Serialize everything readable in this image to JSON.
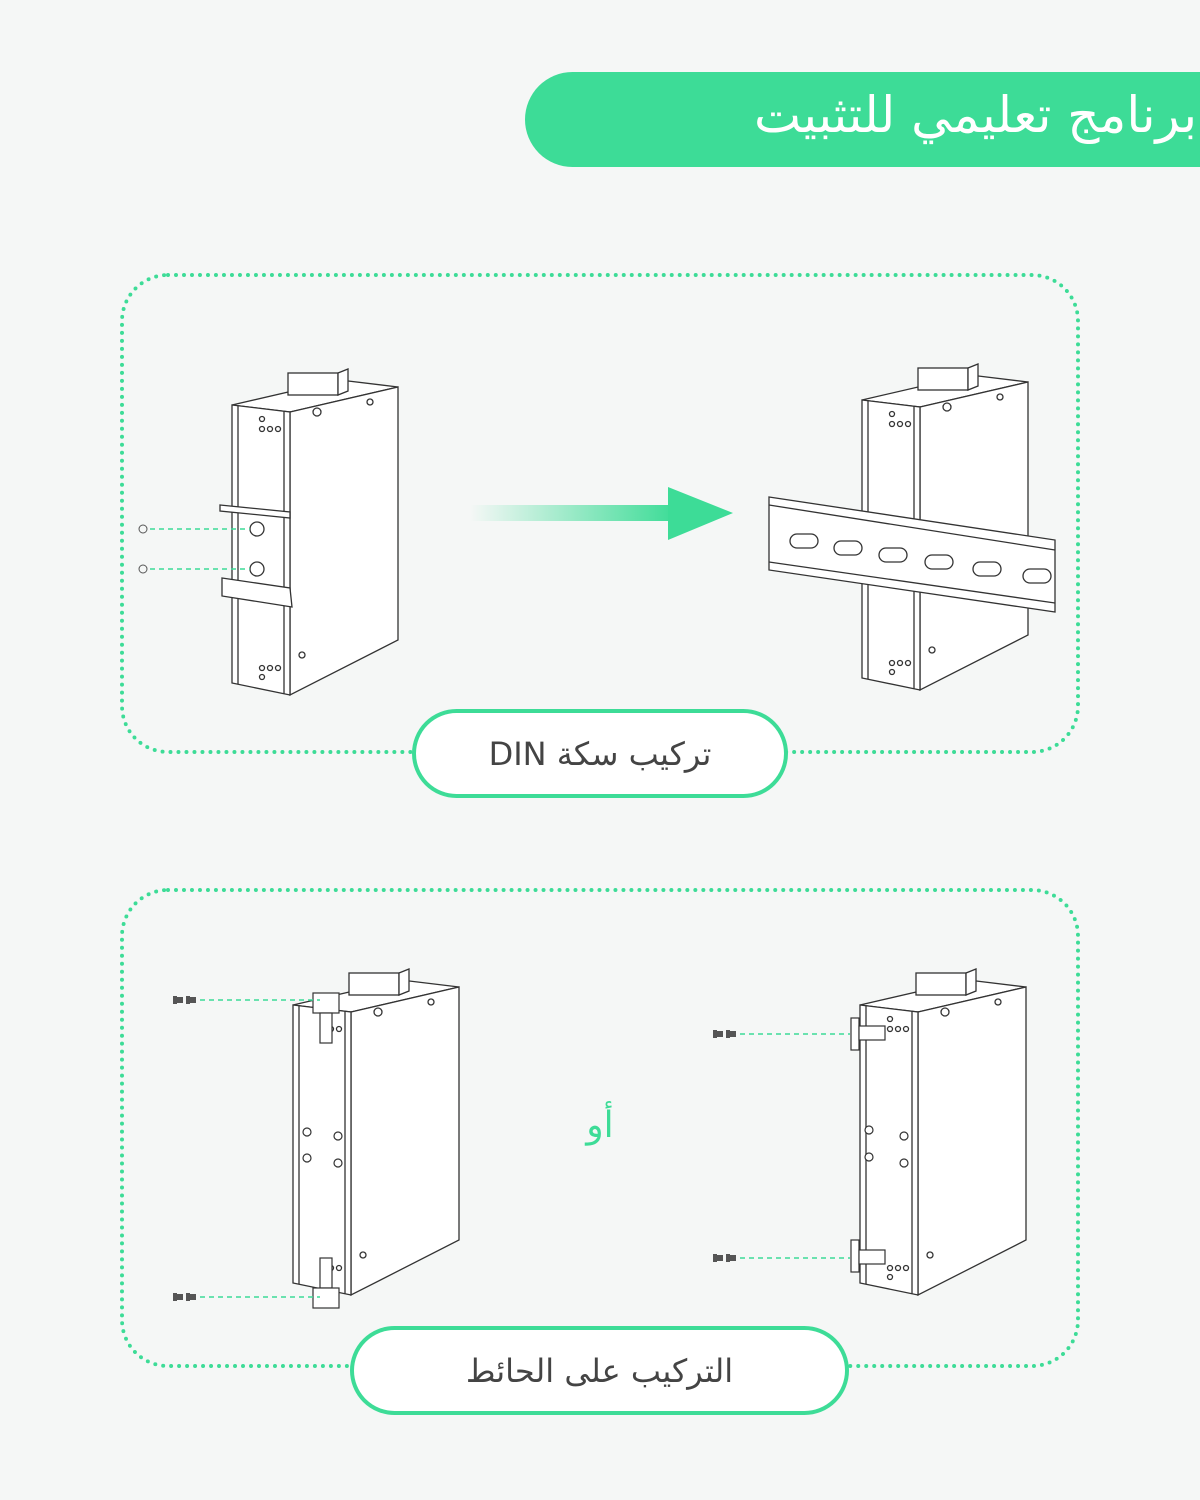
{
  "header": {
    "title": "برنامج تعليمي للتثبيت"
  },
  "sections": [
    {
      "label": "تركيب سكة DIN"
    },
    {
      "label": "التركيب على الحائط",
      "separator": "أو"
    }
  ],
  "colors": {
    "accent": "#3ddc97",
    "background": "#f5f7f6",
    "line": "#333333"
  }
}
